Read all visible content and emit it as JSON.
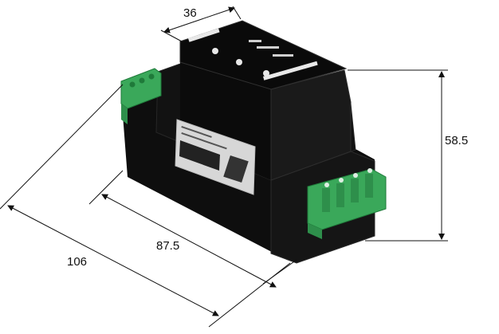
{
  "diagram": {
    "type": "dimensioned-product-drawing",
    "subject": "DIN-rail mounted module",
    "dimensions": {
      "top_width": "36",
      "height": "58.5",
      "inner_depth": "87.5",
      "outer_depth": "106"
    },
    "colors": {
      "housing": "#0e0e0e",
      "housing_edge": "#2b2b2b",
      "terminal_block": "#3aa85a",
      "terminal_dark": "#1f7a3a",
      "label_plate": "#d7d7d7",
      "dimension_line": "#111111"
    }
  }
}
